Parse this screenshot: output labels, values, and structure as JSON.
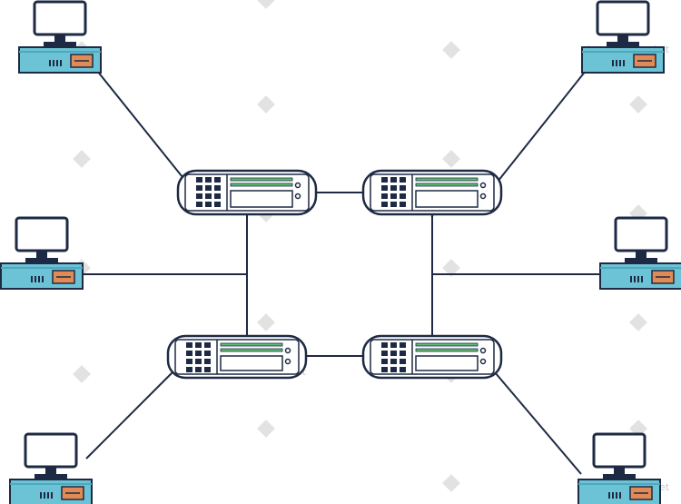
{
  "diagram": {
    "type": "network-topology",
    "colors": {
      "outline": "#1e2a44",
      "computer_case": "#6cc3d6",
      "computer_case_dark": "#4da9bd",
      "drive_accent": "#e08a55",
      "monitor_screen": "#ffffff",
      "server_body": "#ffffff",
      "server_indicator": "#5fbf72",
      "link": "#1e2a44",
      "watermark": "#c9c9c9"
    },
    "nodes": {
      "servers": [
        "server-top-left",
        "server-top-right",
        "server-bottom-left",
        "server-bottom-right"
      ],
      "computers": [
        "computer-top-left",
        "computer-top-right",
        "computer-mid-left",
        "computer-mid-right",
        "computer-bottom-left",
        "computer-bottom-right"
      ]
    },
    "icons": {
      "server": "rack-server-icon",
      "computer": "desktop-computer-icon"
    }
  },
  "watermark": {
    "text": "eLearning.market"
  }
}
